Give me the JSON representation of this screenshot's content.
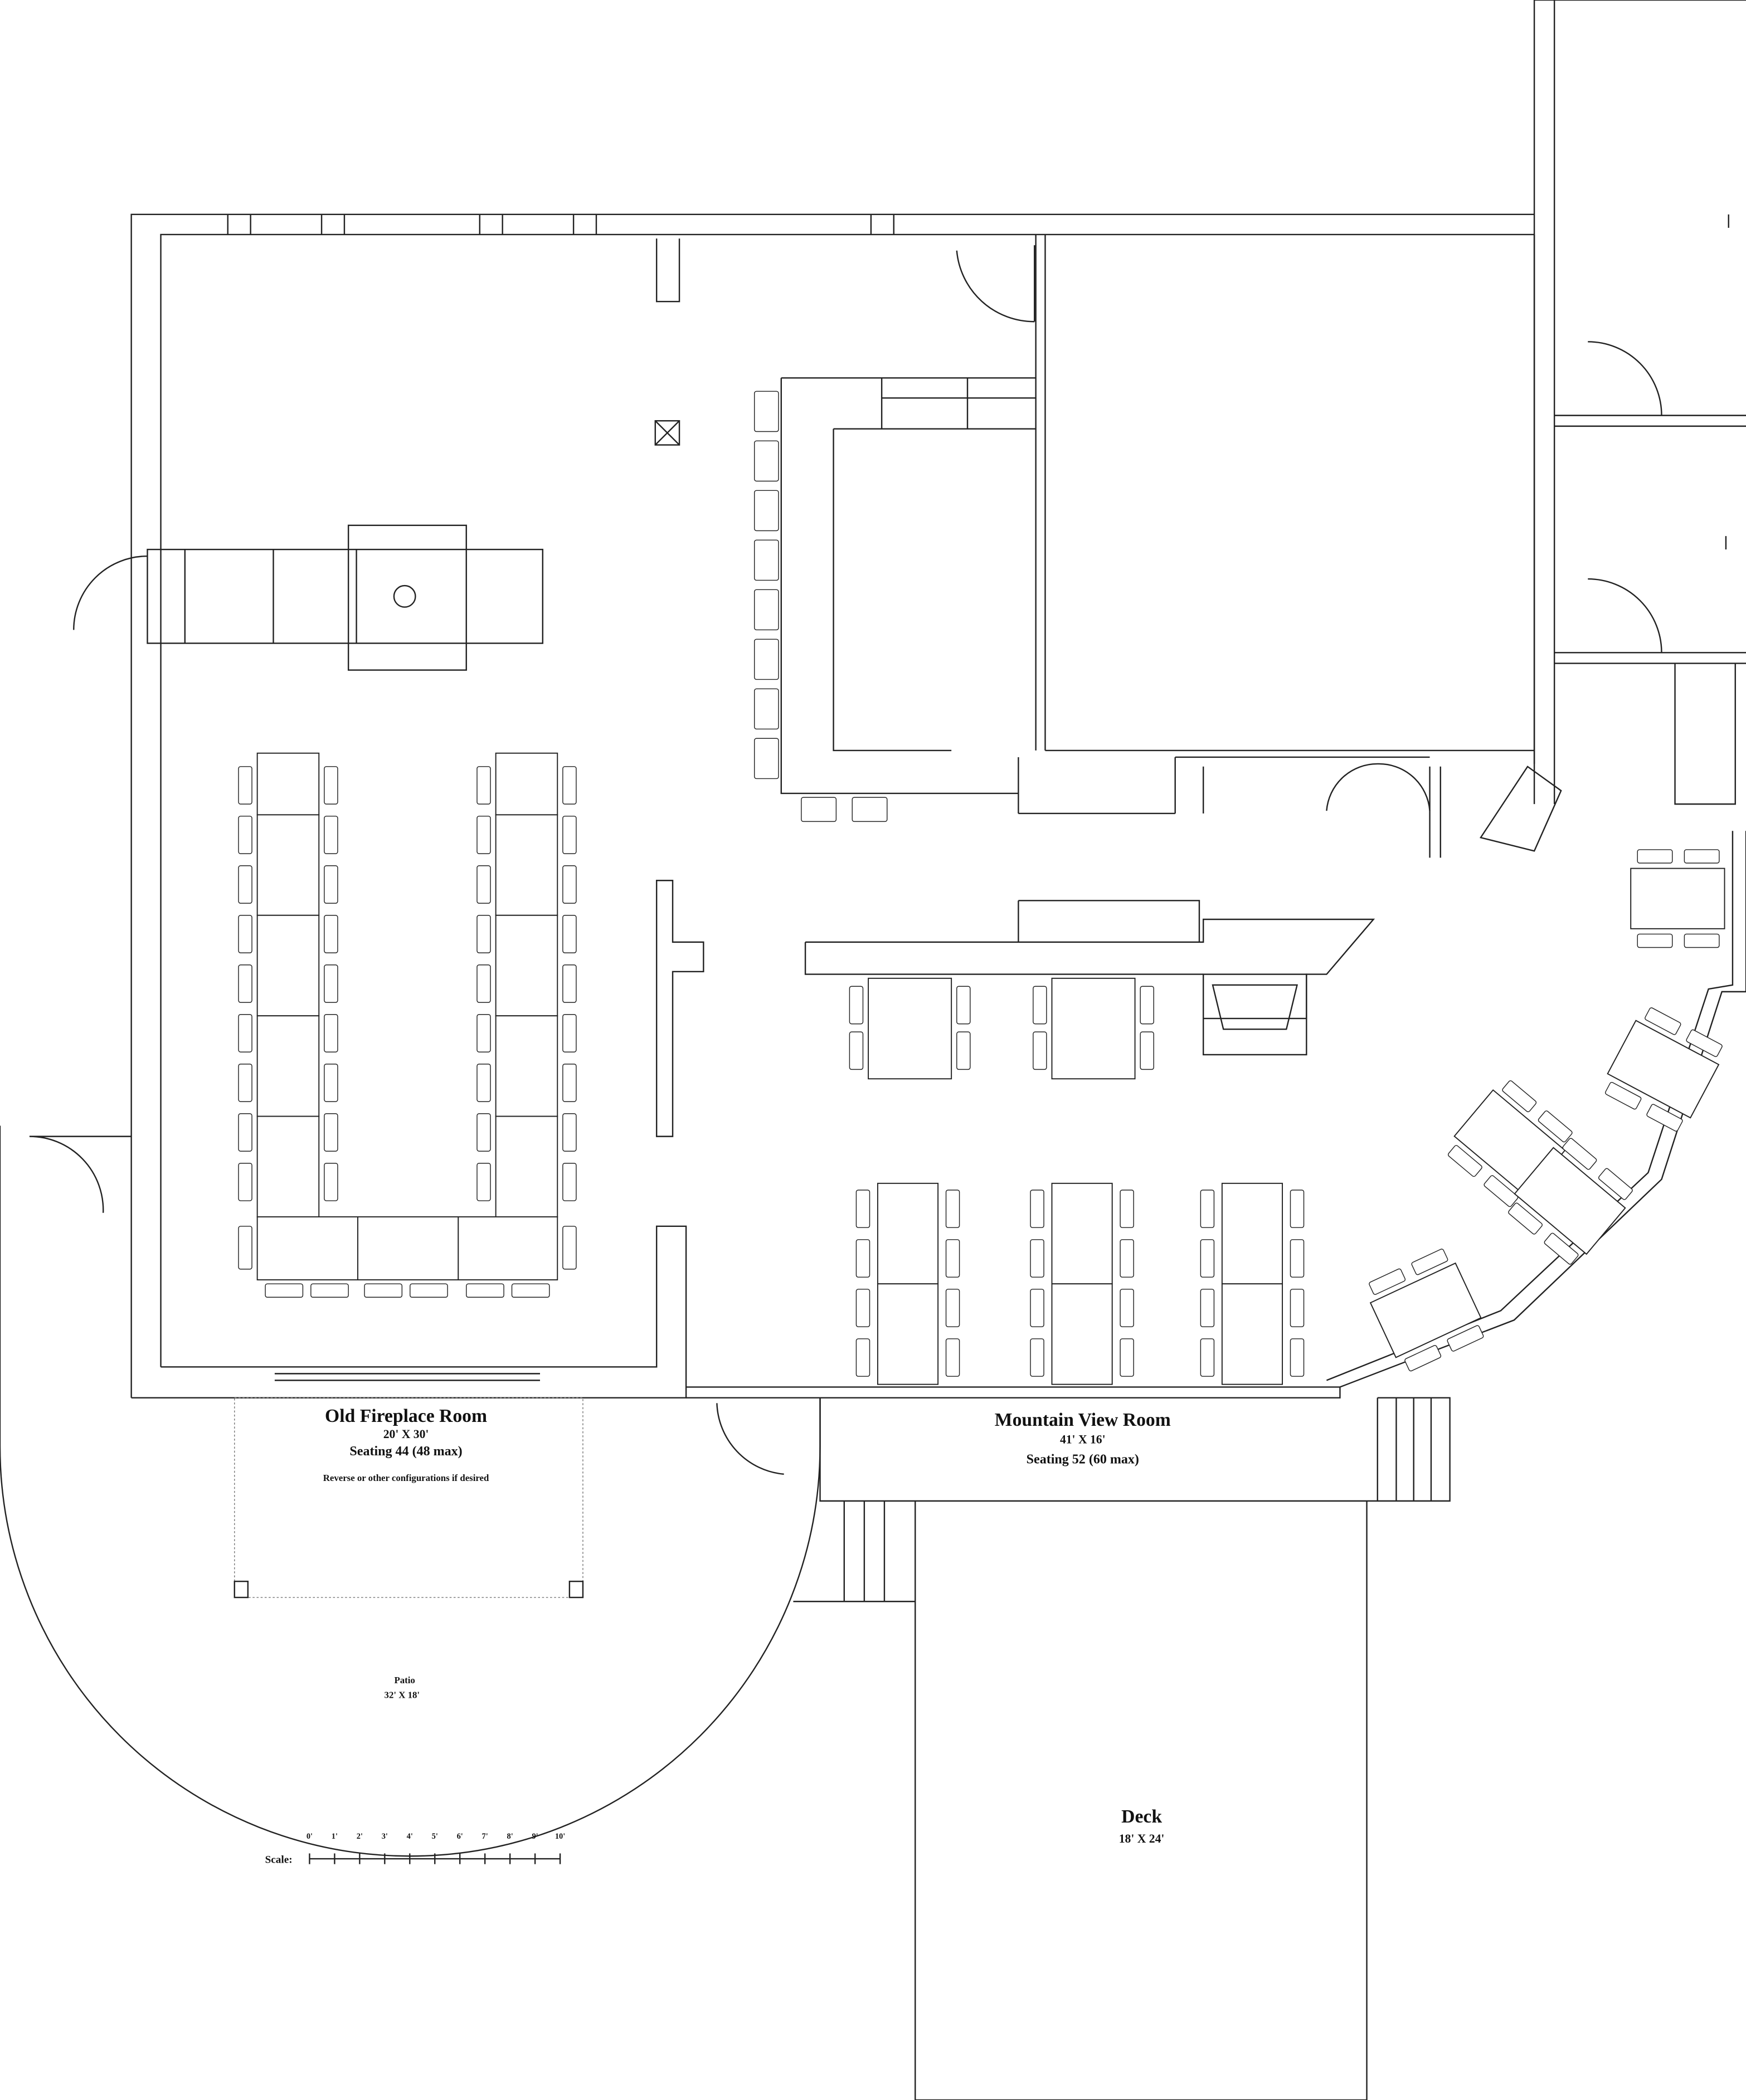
{
  "rooms": {
    "old_fireplace": {
      "name": "Old Fireplace Room",
      "size": "20' X 30'",
      "seating": "Seating 44 (48 max)",
      "note": "Reverse or other configurations if desired"
    },
    "mountain_view": {
      "name": "Mountain View Room",
      "size": "41' X 16'",
      "seating": "Seating 52 (60 max)"
    },
    "patio": {
      "name": "Patio",
      "size": "32' X 18'"
    },
    "deck": {
      "name": "Deck",
      "size": "18' X 24'"
    }
  },
  "scale": {
    "label": "Scale:",
    "ticks": [
      "0'",
      "1'",
      "2'",
      "3'",
      "4'",
      "5'",
      "6'",
      "7'",
      "8'",
      "9'",
      "10'"
    ]
  }
}
